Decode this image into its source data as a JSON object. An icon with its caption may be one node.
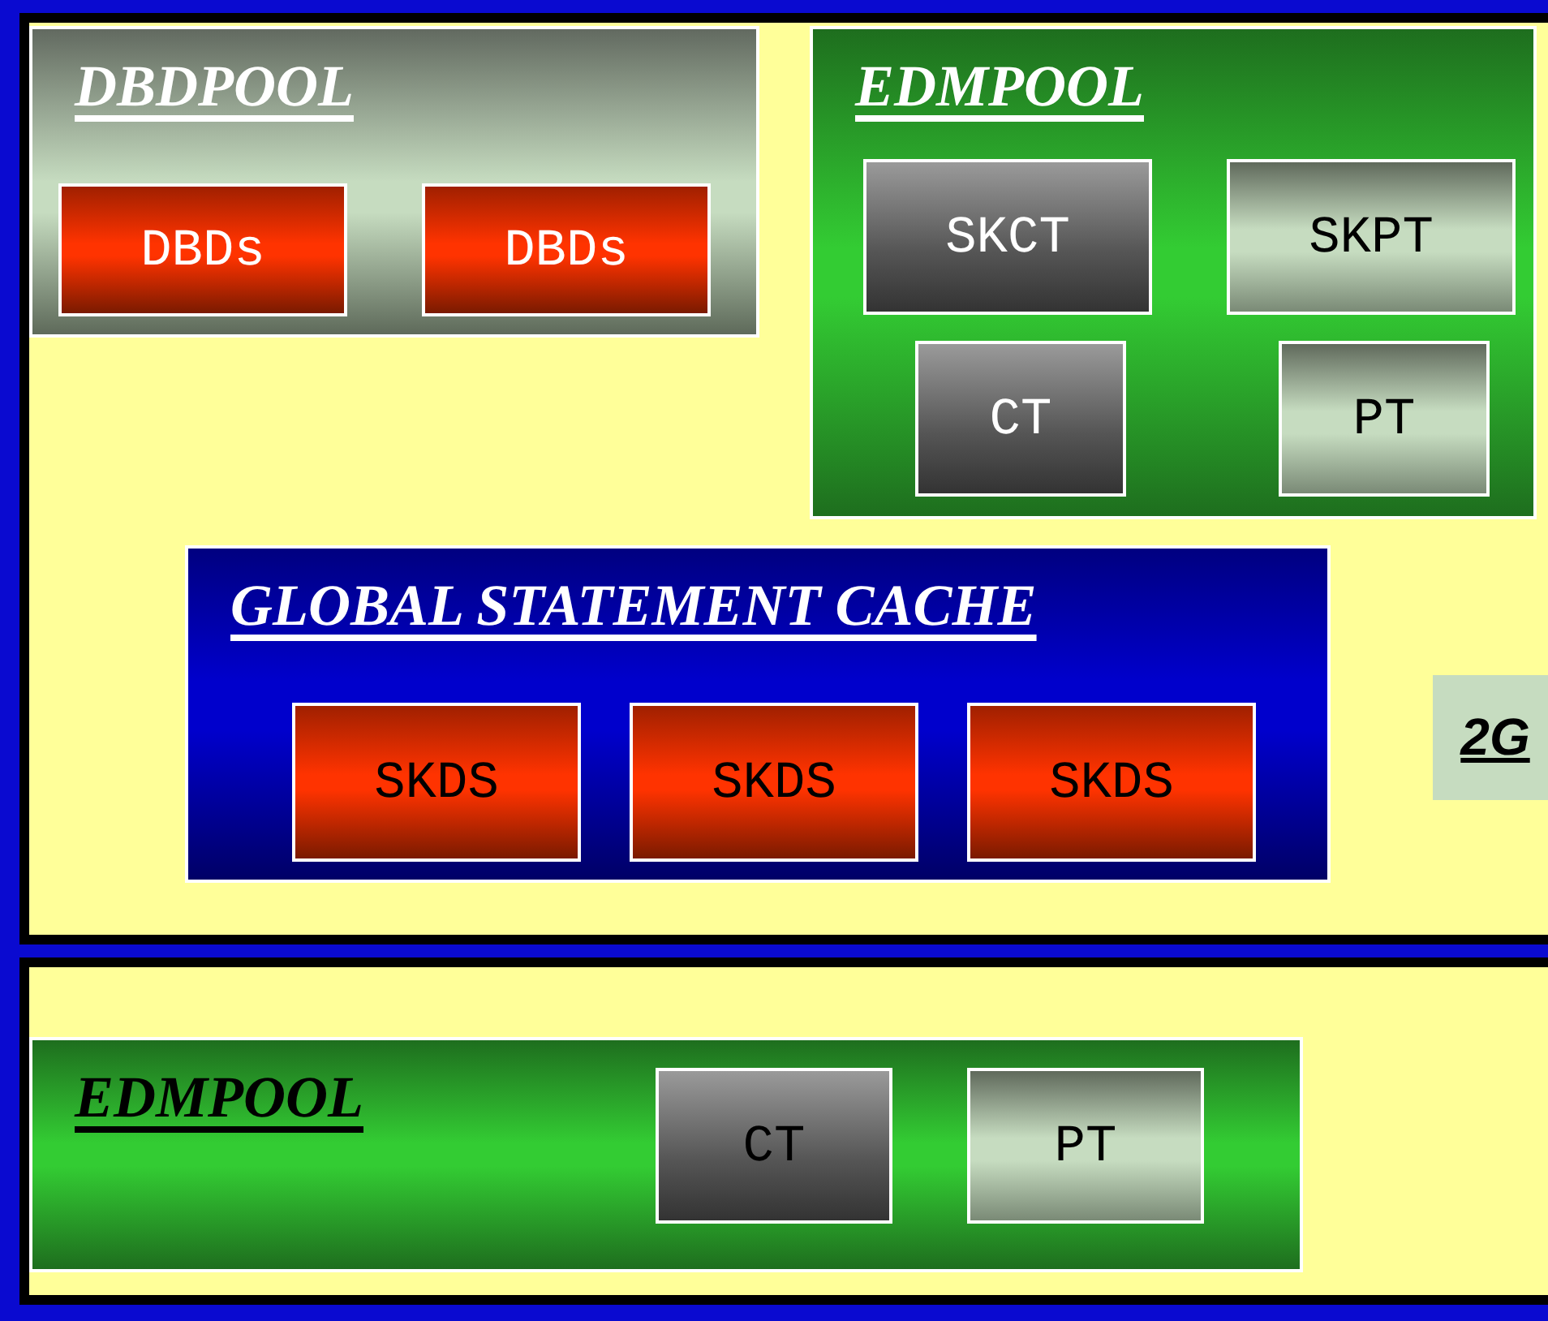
{
  "diagram": {
    "nodes": [
      {
        "text": [],
        "shape": "box"
      },
      {
        "text": [
          "DBDPOOL"
        ],
        "in": 0
      },
      {
        "text": [
          "DBDs"
        ],
        "in": 1
      },
      {
        "text": [
          "DBDs"
        ],
        "in": 1
      },
      {
        "text": [
          "EDMPOOL"
        ],
        "in": 0
      },
      {
        "text": [
          "SKCT"
        ],
        "in": 4
      },
      {
        "text": [
          "SKPT"
        ],
        "in": 4
      },
      {
        "text": [
          "CT"
        ],
        "in": 4
      },
      {
        "text": [
          "PT"
        ],
        "in": 4
      },
      {
        "text": [
          "GLOBAL  STATEMENT  CACHE"
        ],
        "in": 0
      },
      {
        "text": [
          "SKDS"
        ],
        "in": 9
      },
      {
        "text": [
          "SKDS"
        ],
        "in": 9
      },
      {
        "text": [
          "SKDS"
        ],
        "in": 9
      },
      {
        "text": [
          "2G"
        ],
        "in": 0
      },
      {
        "text": [],
        "shape": "box"
      },
      {
        "text": [
          "EDMPOOL"
        ],
        "in": 14
      },
      {
        "text": [
          "CT"
        ],
        "in": 15
      },
      {
        "text": [
          "PT"
        ],
        "in": 15
      }
    ]
  }
}
